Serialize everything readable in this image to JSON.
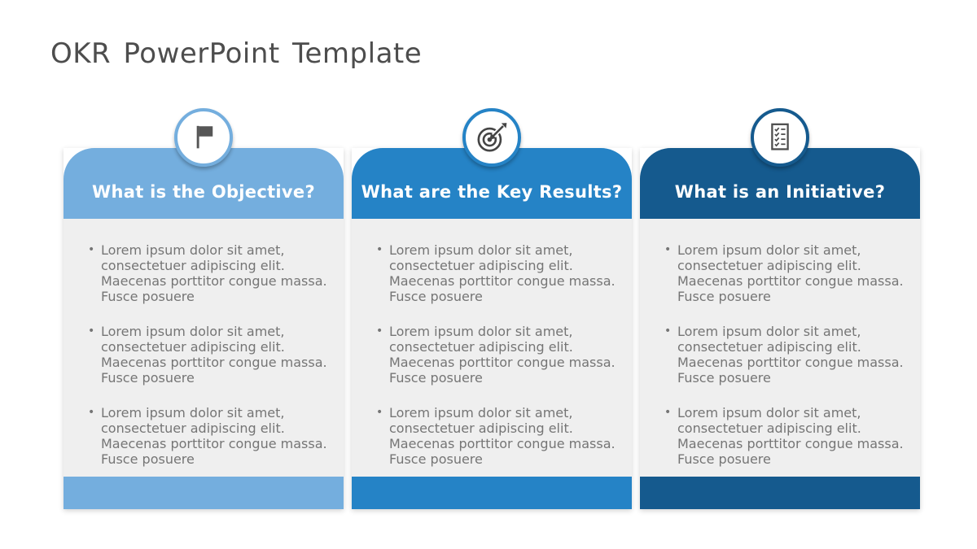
{
  "slide_title": "OKR PowerPoint Template",
  "bullet_glyph": "•",
  "body_background": "#efefef",
  "text_color": "#757575",
  "title_color": "#4d4d4d",
  "columns": [
    {
      "header": "What is the Objective?",
      "icon": "flag-icon",
      "accent": "#74aede",
      "bullets": [
        "Lorem ipsum dolor sit amet, consectetuer adipiscing elit. Maecenas porttitor congue massa. Fusce posuere",
        "Lorem ipsum dolor sit amet, consectetuer adipiscing elit. Maecenas porttitor congue massa. Fusce posuere",
        "Lorem ipsum dolor sit amet, consectetuer adipiscing elit. Maecenas porttitor congue massa. Fusce posuere"
      ]
    },
    {
      "header": "What are the Key Results?",
      "icon": "target-icon",
      "accent": "#2583c6",
      "bullets": [
        "Lorem ipsum dolor sit amet, consectetuer adipiscing elit. Maecenas porttitor congue massa. Fusce posuere",
        "Lorem ipsum dolor sit amet, consectetuer adipiscing elit. Maecenas porttitor congue massa. Fusce posuere",
        "Lorem ipsum dolor sit amet, consectetuer adipiscing elit. Maecenas porttitor congue massa. Fusce posuere"
      ]
    },
    {
      "header": "What is an Initiative?",
      "icon": "checklist-icon",
      "accent": "#155a8e",
      "bullets": [
        "Lorem ipsum dolor sit amet, consectetuer adipiscing elit. Maecenas porttitor congue massa. Fusce posuere",
        "Lorem ipsum dolor sit amet, consectetuer adipiscing elit. Maecenas porttitor congue massa. Fusce posuere",
        "Lorem ipsum dolor sit amet, consectetuer adipiscing elit. Maecenas porttitor congue massa. Fusce posuere"
      ]
    }
  ]
}
